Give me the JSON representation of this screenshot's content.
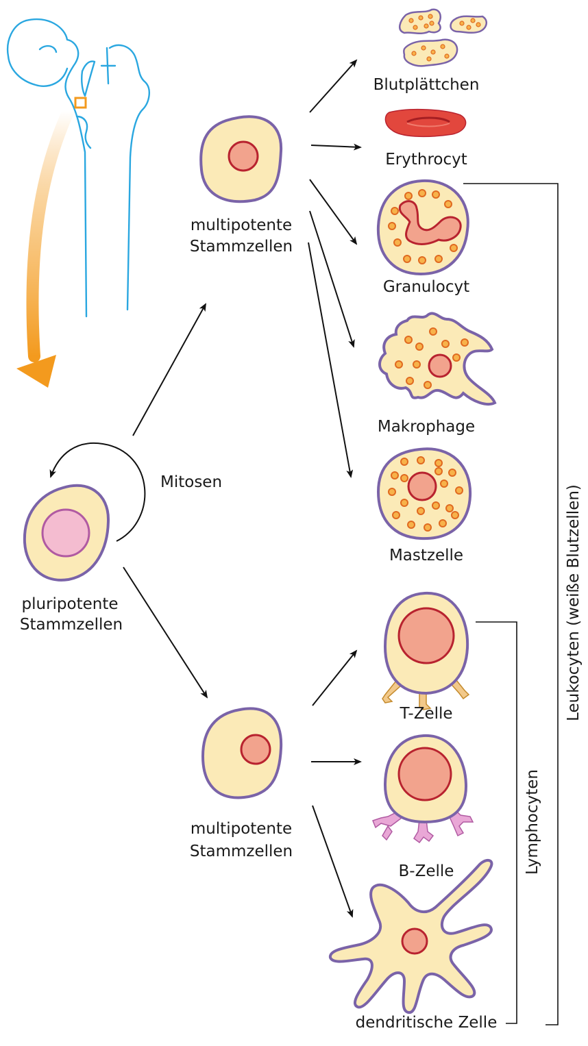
{
  "labels": {
    "blutplaettchen": "Blutplättchen",
    "erythrocyt": "Erythrocyt",
    "granulocyt": "Granulocyt",
    "makrophage": "Makrophage",
    "mastzelle": "Mastzelle",
    "t_zelle": "T-Zelle",
    "b_zelle": "B-Zelle",
    "dendritische_zelle": "dendritische Zelle",
    "mitosen": "Mitosen",
    "multipotent_top_1": "multipotente",
    "multipotent_top_2": "Stammzellen",
    "multipotent_bottom_1": "multipotente",
    "multipotent_bottom_2": "Stammzellen",
    "pluripotent_1": "pluripotente",
    "pluripotent_2": "Stammzellen",
    "leukocyten": "Leukocyten (weiße Blutzellen)",
    "lymphocyten": "Lymphocyten"
  },
  "colors": {
    "cytoplasm": "#fbeab7",
    "cell_outline": "#7a63a8",
    "nucleus": "#f2a38d",
    "nucleus_outline": "#b8232f",
    "granule": "#f7b24a",
    "erythrocyte": "#e2473d",
    "bone_outline": "#2aa7e0",
    "marrow_arrow": "#f39a1e",
    "pluripotent_nucleus": "#f4bcd0",
    "receptor_b": "#e9a7d6",
    "receptor_t": "#f2c98a"
  },
  "icons": {
    "bone": "femur-outline-icon",
    "marrow_arrow": "gradient-curved-arrow-icon",
    "mitosis_arrow": "circular-arrow-icon"
  }
}
